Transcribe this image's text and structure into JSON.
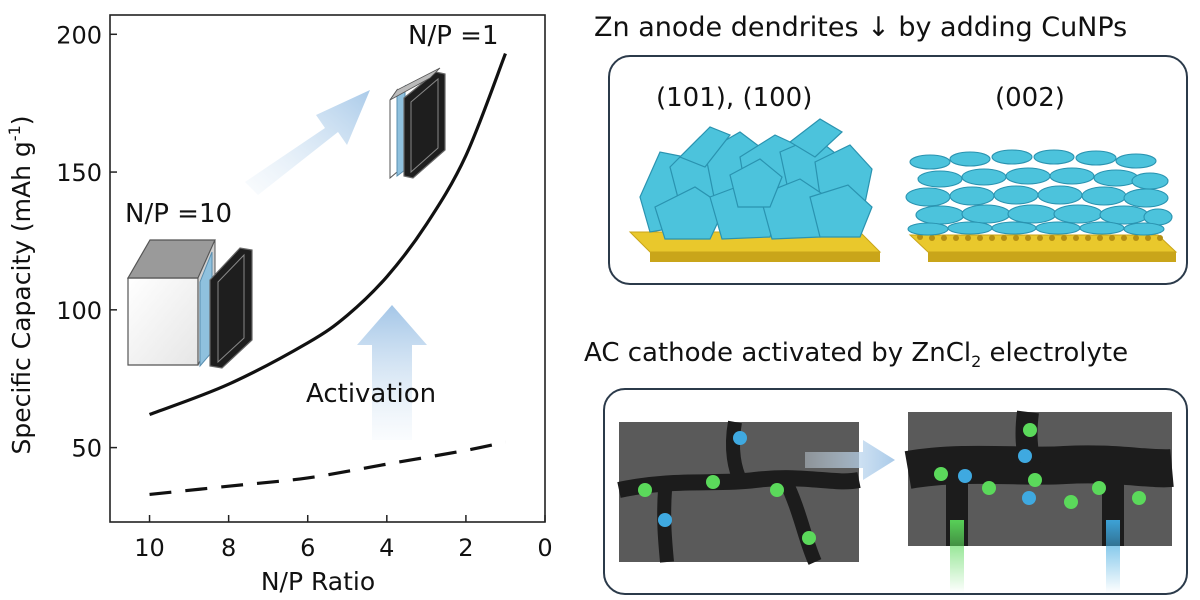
{
  "chart_data": {
    "type": "line",
    "xlabel": "N/P Ratio",
    "ylabel": "Specific Capacity (mAh g",
    "ylabel_sup": "-1",
    "ylabel_close": ")",
    "xlim": [
      11,
      0
    ],
    "ylim": [
      23,
      207
    ],
    "x_ticks": [
      10,
      8,
      6,
      4,
      2,
      0
    ],
    "y_ticks": [
      50,
      100,
      150,
      200
    ],
    "series": [
      {
        "style": "solid",
        "x": [
          10,
          8,
          6,
          5,
          4,
          3,
          2,
          1
        ],
        "y": [
          62,
          73,
          88,
          98,
          112,
          131,
          156,
          193
        ]
      },
      {
        "style": "dashed",
        "x": [
          10,
          8,
          6,
          4,
          2,
          1
        ],
        "y": [
          33,
          36,
          39,
          44,
          49,
          52
        ]
      }
    ],
    "annotations": {
      "np10": "N/P =10",
      "np1": "N/P =1",
      "activation": "Activation"
    }
  },
  "right": {
    "top_title": "Zn anode dendrites ↓ by adding CuNPs",
    "facet_left": "(101), (100)",
    "facet_right": "(002)",
    "bottom_title_pre": "AC cathode activated by ZnCl",
    "bottom_title_sub": "2",
    "bottom_title_post": " electrolyte"
  },
  "colors": {
    "zinc_flake": "#4cc3dc",
    "substrate": "#e7c52c",
    "carbon": "#3a3a3a",
    "ion_green": "#5bd95b",
    "ion_blue": "#3fa9e0",
    "arrow_blue": "#bfd8ee"
  }
}
